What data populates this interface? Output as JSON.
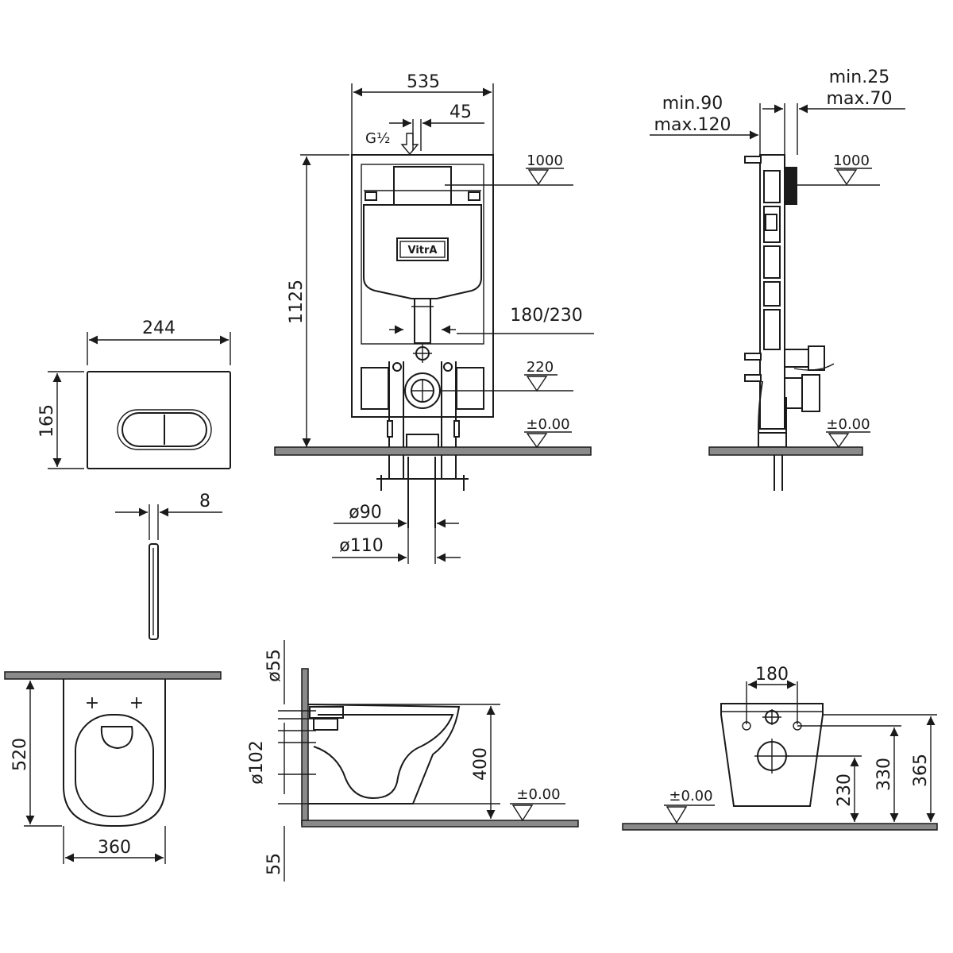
{
  "flush_plate": {
    "width": "244",
    "height": "165",
    "thickness": "8"
  },
  "frame_front": {
    "width": "535",
    "offset": "45",
    "inlet": "G½",
    "height": "1125",
    "level_top": "1000",
    "spacing": "180/230",
    "level_mid": "220",
    "level_floor": "±0.00",
    "pipe_small": "ø90",
    "pipe_large": "ø110",
    "logo": "VitrA"
  },
  "frame_side": {
    "depth_min": "min.90",
    "depth_max": "max.120",
    "wall_min": "min.25",
    "wall_max": "max.70",
    "level_top": "1000",
    "level_floor": "±0.00"
  },
  "bowl_top": {
    "depth": "520",
    "width": "360"
  },
  "bowl_side": {
    "outlet_top": "ø55",
    "outlet_diam": "ø102",
    "height": "400",
    "bottom_offset": "55",
    "level_floor": "±0.00"
  },
  "bowl_back": {
    "bolt_spacing": "180",
    "h1": "230",
    "h2": "330",
    "h3": "365",
    "level_floor": "±0.00"
  }
}
